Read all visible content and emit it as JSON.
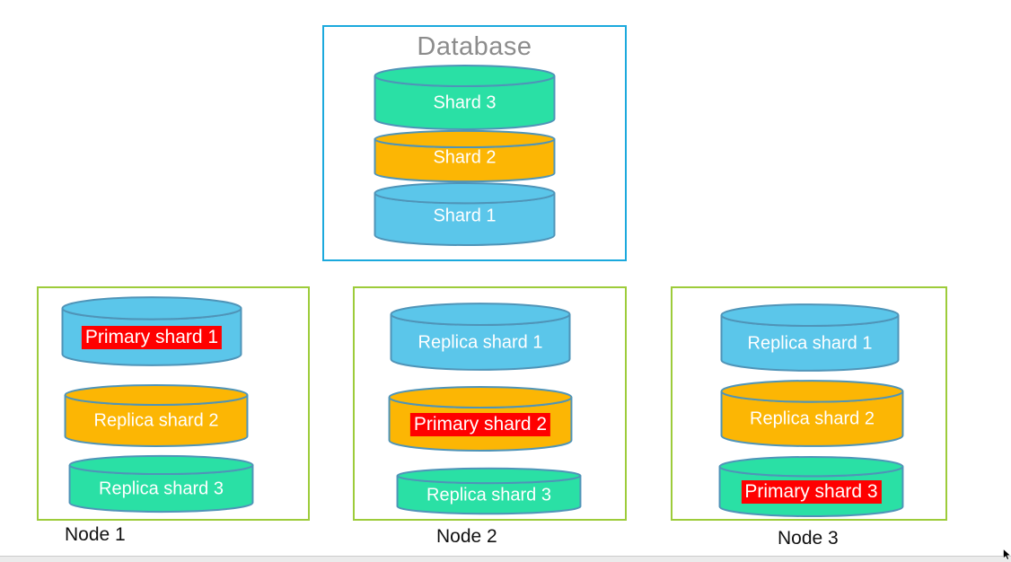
{
  "database": {
    "title": "Database",
    "shards": [
      {
        "label": "Shard 3",
        "color": "green"
      },
      {
        "label": "Shard 2",
        "color": "orange"
      },
      {
        "label": "Shard 1",
        "color": "blue"
      }
    ]
  },
  "nodes": [
    {
      "label": "Node 1",
      "shards": [
        {
          "label": "Primary shard 1",
          "color": "blue",
          "primary": true
        },
        {
          "label": "Replica shard 2",
          "color": "orange",
          "primary": false
        },
        {
          "label": "Replica shard 3",
          "color": "green",
          "primary": false
        }
      ]
    },
    {
      "label": "Node 2",
      "shards": [
        {
          "label": "Replica shard 1",
          "color": "blue",
          "primary": false
        },
        {
          "label": "Primary shard 2",
          "color": "orange",
          "primary": true
        },
        {
          "label": "Replica shard 3",
          "color": "green",
          "primary": false
        }
      ]
    },
    {
      "label": "Node 3",
      "shards": [
        {
          "label": "Replica shard 1",
          "color": "blue",
          "primary": false
        },
        {
          "label": "Replica shard 2",
          "color": "orange",
          "primary": false
        },
        {
          "label": "Primary shard 3",
          "color": "green",
          "primary": true
        }
      ]
    }
  ],
  "colors": {
    "blue": "#5bc6ea",
    "orange": "#fcb604",
    "green": "#2ae0a5",
    "cylinder_stroke": "#4f94b8",
    "database_border": "#1ba9dd",
    "node_border": "#9dcc3a",
    "primary_highlight": "#ff0000",
    "title_gray": "#8c8c8c"
  }
}
